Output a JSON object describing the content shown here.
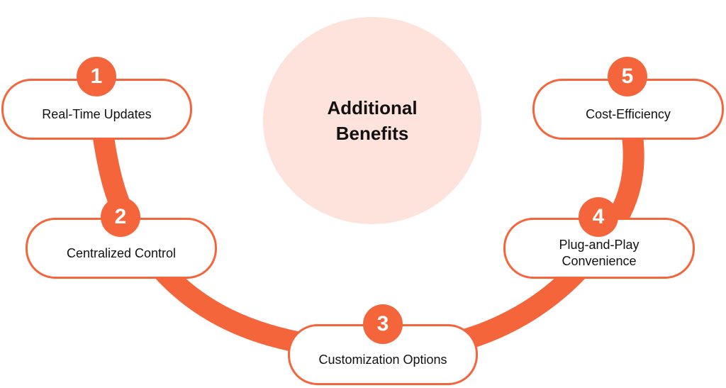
{
  "center": {
    "title": "Additional Benefits"
  },
  "steps": [
    {
      "number": "1",
      "label": "Real-Time Updates"
    },
    {
      "number": "2",
      "label": "Centralized Control"
    },
    {
      "number": "3",
      "label": "Customization Options"
    },
    {
      "number": "4",
      "label": "Plug-and-Play Convenience"
    },
    {
      "number": "5",
      "label": "Cost-Efficiency"
    }
  ],
  "colors": {
    "accent": "#f4653b",
    "circle_fill": "#fde3db",
    "text": "#111111",
    "background": "#ffffff"
  }
}
